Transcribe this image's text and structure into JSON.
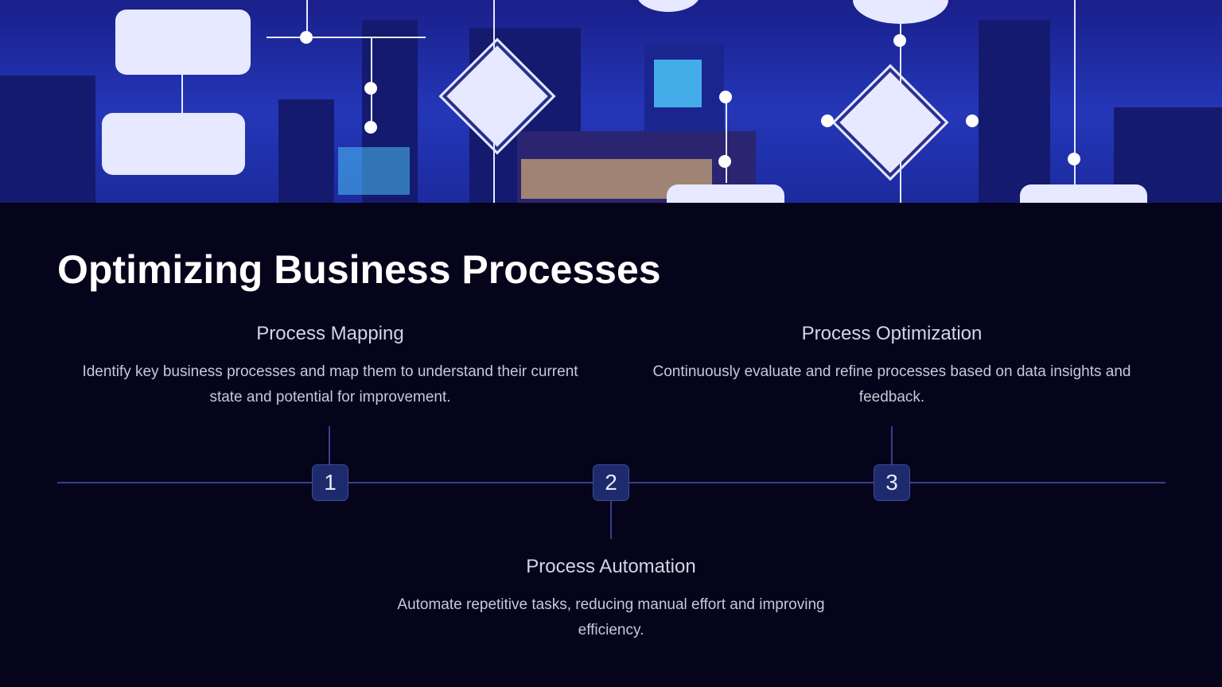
{
  "title": "Optimizing Business Processes",
  "steps": [
    {
      "number": "1",
      "heading": "Process Mapping",
      "text": "Identify key business processes and map them to understand their current state and potential for improvement."
    },
    {
      "number": "2",
      "heading": "Process Automation",
      "text": "Automate repetitive tasks, reducing manual effort and improving efficiency."
    },
    {
      "number": "3",
      "heading": "Process Optimization",
      "text": "Continuously evaluate and refine processes based on data insights and feedback."
    }
  ],
  "colors": {
    "background": "#05041a",
    "accent": "#1d2a6c",
    "line": "#3a3f8c"
  }
}
